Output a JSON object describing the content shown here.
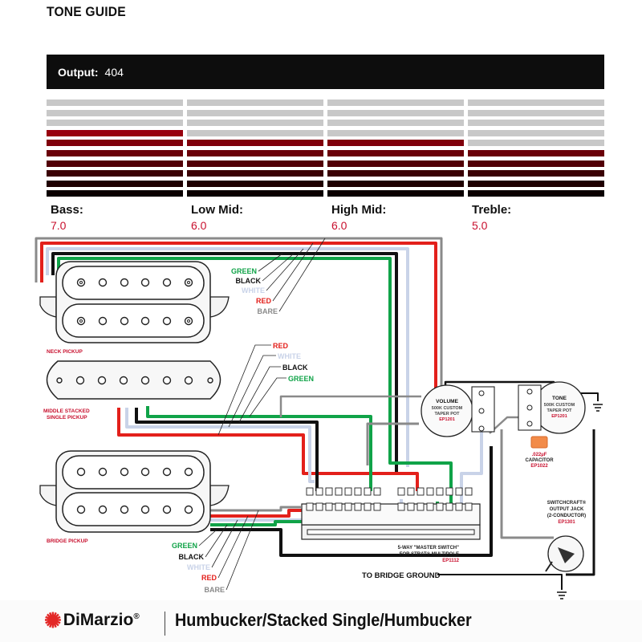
{
  "title": "TONE GUIDE",
  "output": {
    "label": "Output:",
    "value": "404"
  },
  "tone": [
    {
      "label": "Bass:",
      "value": "7.0",
      "level": 7
    },
    {
      "label": "Low Mid:",
      "value": "6.0",
      "level": 6
    },
    {
      "label": "High Mid:",
      "value": "6.0",
      "level": 6
    },
    {
      "label": "Treble:",
      "value": "5.0",
      "level": 5
    }
  ],
  "colors": {
    "accent": "#c8102e",
    "inactive": "#c8c8c8",
    "green": "#10a348",
    "red": "#e3201b",
    "white_wire": "#c9d3e8",
    "bare": "#8a8a8a"
  },
  "wire_labels": {
    "green": "GREEN",
    "black": "BLACK",
    "white": "WHITE",
    "red": "RED",
    "bare": "BARE"
  },
  "pickups": {
    "neck": "NECK PICKUP",
    "middle_1": "MIDDLE STACKED",
    "middle_2": "SINGLE PICKUP",
    "bridge": "BRIDGE PICKUP"
  },
  "volume": {
    "line1": "VOLUME",
    "line2": "500K CUSTOM",
    "line3": "TAPER POT",
    "part": "EP1201"
  },
  "tone_pot": {
    "line1": "TONE",
    "line2": "500K CUSTOM",
    "line3": "TAPER POT",
    "part": "EP1201"
  },
  "capacitor": {
    "line1": ".022µF",
    "line2": "CAPACITOR",
    "part": "EP1022"
  },
  "jack": {
    "line1": "SWITCHCRAFT®",
    "line2": "OUTPUT JACK",
    "line3": "(2-CONDUCTOR)",
    "part": "EP1301"
  },
  "switch": {
    "line1": "5-WAY \"MASTER SWITCH\"",
    "line2": "FOR STRAT® MULTIPOLE",
    "part": "EP1112"
  },
  "bridge_ground": "TO BRIDGE GROUND",
  "footer": {
    "brand": "DiMarzio",
    "reg": "®",
    "title": "Humbucker/Stacked Single/Humbucker"
  }
}
